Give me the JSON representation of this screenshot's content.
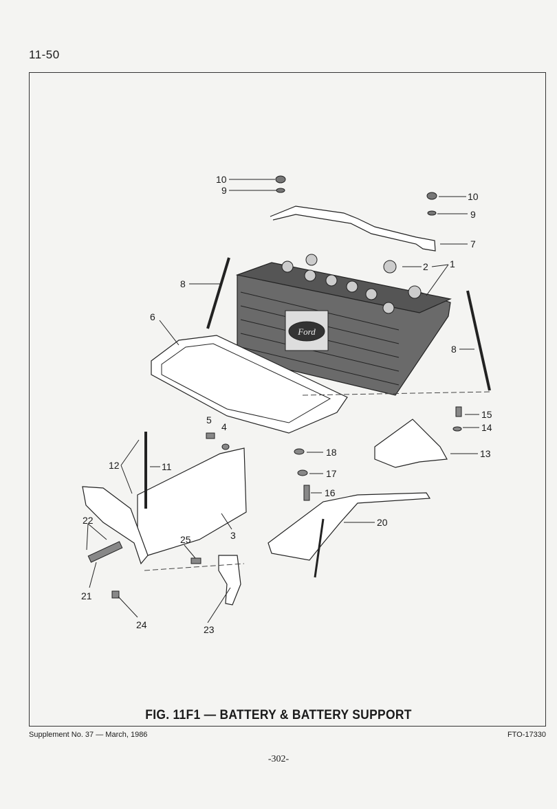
{
  "header": {
    "page_section": "11-50"
  },
  "figure": {
    "caption": "FIG. 11F1 — BATTERY & BATTERY SUPPORT",
    "brand_label": "Ford",
    "callouts": [
      "10",
      "9",
      "10",
      "9",
      "7",
      "1",
      "2",
      "8",
      "6",
      "8",
      "15",
      "14",
      "13",
      "5",
      "4",
      "18",
      "17",
      "16",
      "20",
      "12",
      "11",
      "3",
      "22",
      "25",
      "21",
      "24",
      "23"
    ]
  },
  "footer": {
    "supplement": "Supplement No. 37 — March, 1986",
    "doc_id": "FTO-17330",
    "page": "-302-"
  }
}
